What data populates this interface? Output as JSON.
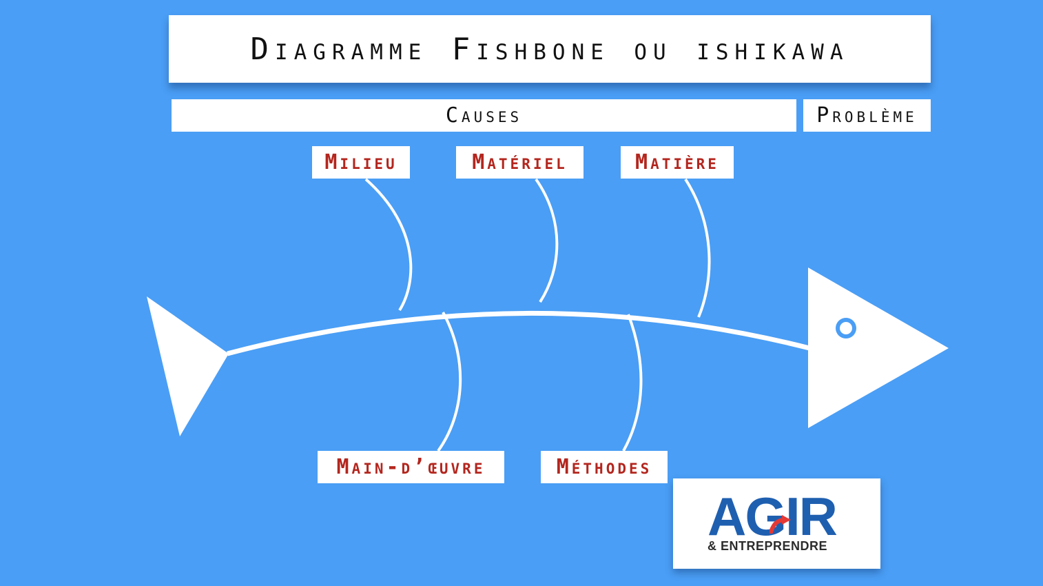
{
  "title": "Diagramme Fishbone ou ishikawa",
  "header": {
    "causes": "Causes",
    "problem": "Problème"
  },
  "categories": {
    "top": [
      "Milieu",
      "Matériel",
      "Matière"
    ],
    "bottom": [
      "Main-d’œuvre",
      "Méthodes"
    ]
  },
  "logo": {
    "main": "AGIR",
    "sub": "& ENTREPRENDRE"
  },
  "colors": {
    "background": "#4a9ef5",
    "label_text": "#b3261e",
    "logo_blue": "#1f5fb0",
    "logo_red": "#e53935"
  }
}
